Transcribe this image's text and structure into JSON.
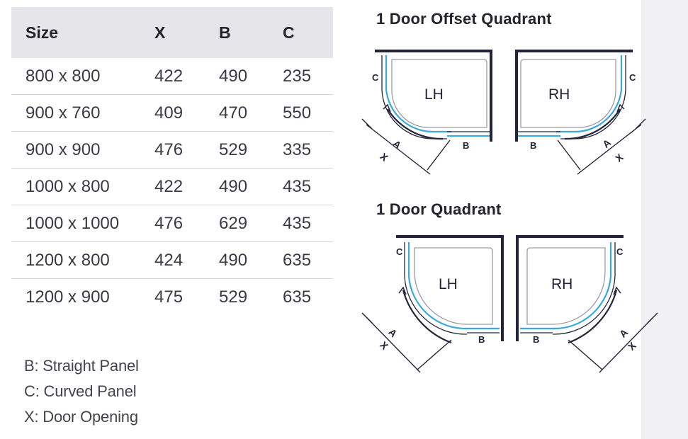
{
  "table": {
    "headers": [
      "Size",
      "X",
      "B",
      "C"
    ],
    "rows": [
      [
        "800 x 800",
        "422",
        "490",
        "235"
      ],
      [
        "900 x 760",
        "409",
        "470",
        "550"
      ],
      [
        "900 x 900",
        "476",
        "529",
        "335"
      ],
      [
        "1000 x 800",
        "422",
        "490",
        "435"
      ],
      [
        "1000 x 1000",
        "476",
        "629",
        "435"
      ],
      [
        "1200 x 800",
        "424",
        "490",
        "635"
      ],
      [
        "1200 x 900",
        "475",
        "529",
        "635"
      ]
    ]
  },
  "legend": [
    "B: Straight Panel",
    "C: Curved Panel",
    "X: Door Opening"
  ],
  "diagrams": {
    "offset_title": "1 Door Offset Quadrant",
    "quadrant_title": "1 Door Quadrant",
    "left_label": "LH",
    "right_label": "RH",
    "label_c": "C",
    "label_b": "B",
    "label_a": "A",
    "label_x": "X"
  },
  "colors": {
    "frame": "#23233a",
    "panel_blue": "#3aa8dc",
    "tray_grey": "#9a9aa6",
    "header_bg": "#e5e5ea"
  }
}
